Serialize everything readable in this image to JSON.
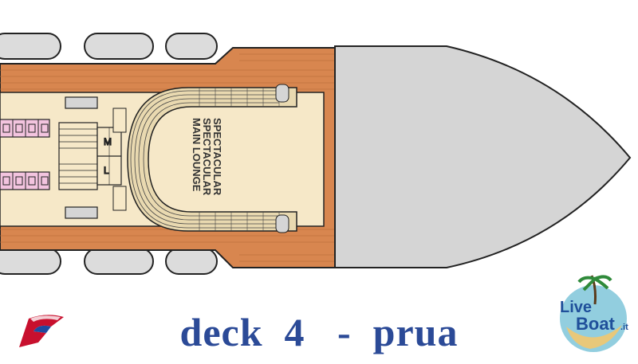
{
  "plan": {
    "lounge_name_lines": [
      "SPECTACULAR",
      "SPECTACULAR",
      "MAIN LOUNGE"
    ],
    "room_letters": [
      "M",
      "L"
    ],
    "colors": {
      "deck_wood": "#d8864f",
      "deck_wood_dark": "#b86a3a",
      "interior": "#f6e8c8",
      "hull_gray": "#d5d5d5",
      "lifeboat": "#dcdcdc",
      "cabin_pink": "#f3c4df",
      "seating": "#e9d9b0",
      "outline": "#222222",
      "caption_blue": "#2b4a97"
    }
  },
  "caption": {
    "deck": "deck",
    "number": "4",
    "dash": "-",
    "section": "prua"
  },
  "logos": {
    "cruise_line": "carnival-funnel-icon",
    "watermark_main": "Live",
    "watermark_secondary": "Boat",
    "watermark_suffix": ".it"
  }
}
